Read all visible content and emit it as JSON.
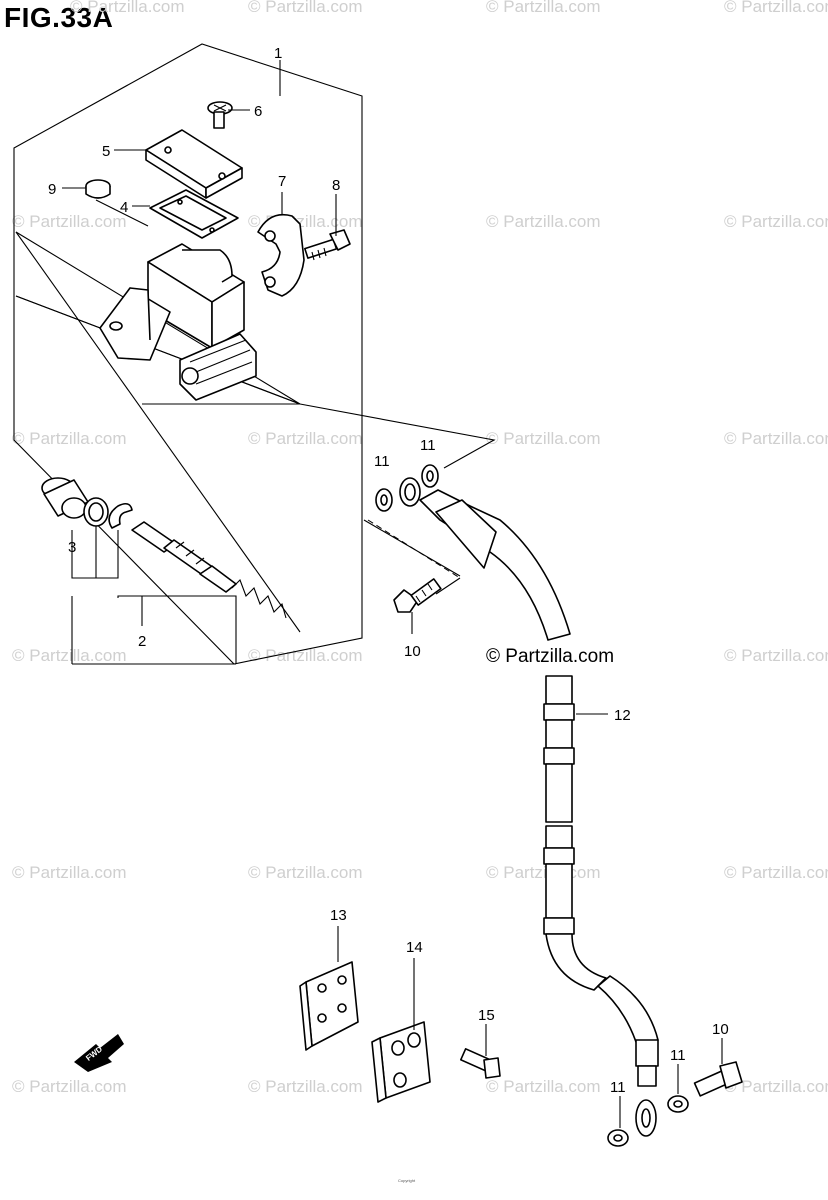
{
  "figure": {
    "title": "FIG.33A"
  },
  "watermark": {
    "text": "© Partzilla.com"
  },
  "brand": {
    "text": "© Partzilla.com"
  },
  "callouts": [
    {
      "id": "c1",
      "label": "1"
    },
    {
      "id": "c2",
      "label": "2"
    },
    {
      "id": "c3",
      "label": "3"
    },
    {
      "id": "c4",
      "label": "4"
    },
    {
      "id": "c5",
      "label": "5"
    },
    {
      "id": "c6",
      "label": "6"
    },
    {
      "id": "c7",
      "label": "7"
    },
    {
      "id": "c8",
      "label": "8"
    },
    {
      "id": "c9",
      "label": "9"
    },
    {
      "id": "c10a",
      "label": "10"
    },
    {
      "id": "c10b",
      "label": "10"
    },
    {
      "id": "c11a",
      "label": "11"
    },
    {
      "id": "c11b",
      "label": "11"
    },
    {
      "id": "c11c",
      "label": "11"
    },
    {
      "id": "c11d",
      "label": "11"
    },
    {
      "id": "c12",
      "label": "12"
    },
    {
      "id": "c13",
      "label": "13"
    },
    {
      "id": "c14",
      "label": "14"
    },
    {
      "id": "c15",
      "label": "15"
    }
  ],
  "icons": {
    "forward_arrow": "fwd-arrow-icon",
    "forward_label": "FWD"
  },
  "footer": {
    "copyright": "Copyright"
  }
}
